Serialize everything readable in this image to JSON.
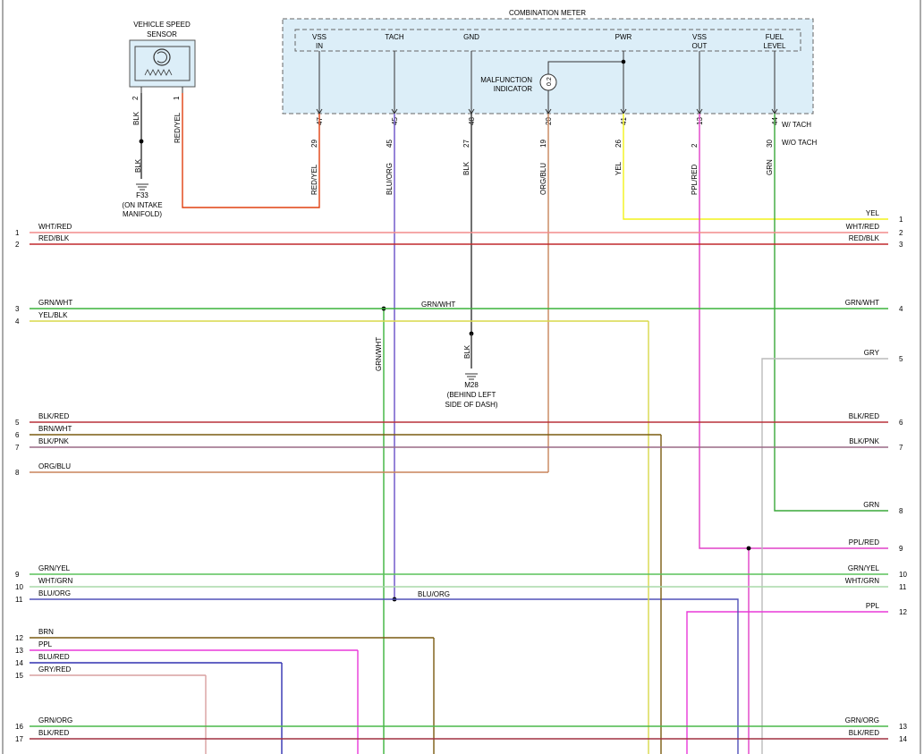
{
  "colors": {
    "WHT/RED": "#f28b8b",
    "RED/BLK": "#c0282d",
    "GRN/WHT": "#3cb43c",
    "YEL/BLK": "#d8d84a",
    "BLK/RED": "#b8303a",
    "BRN/WHT": "#7a5c10",
    "BLK/PNK": "#9a6a86",
    "ORG/BLU": "#c8845a",
    "GRN/YEL": "#5ac25a",
    "WHT/GRN": "#a8d8a8",
    "BLU/ORG": "#5050b8",
    "BRN": "#7a5a10",
    "PPL": "#e838d8",
    "BLU/RED": "#3030b0",
    "GRY/RED": "#d8a0a0",
    "GRN/ORG": "#4ab84a",
    "BLK/RED2": "#a03040",
    "YEL": "#f2f21a",
    "GRY": "#bbbbbb",
    "GRN": "#3aa83a",
    "PPL/RED": "#e040c8",
    "BLK": "#333333",
    "RED/YEL": "#e04010",
    "BLU/ORG_V": "#6a50c8",
    "meter_fill": "#dceef8"
  },
  "sensor": {
    "title1": "VEHICLE SPEED",
    "title2": "SENSOR",
    "pin_a": "2",
    "pin_b": "1"
  },
  "meter": {
    "title": "COMBINATION METER",
    "terminals": [
      {
        "l1": "VSS",
        "l2": "IN",
        "pin": "47"
      },
      {
        "l1": "TACH",
        "l2": "",
        "pin": "45"
      },
      {
        "l1": "GND",
        "l2": "",
        "pin": "48"
      },
      {
        "l1": "",
        "l2": "",
        "pin": "20"
      },
      {
        "l1": "PWR",
        "l2": "",
        "pin": "41"
      },
      {
        "l1": "VSS",
        "l2": "OUT",
        "pin": "13"
      },
      {
        "l1": "FUEL",
        "l2": "LEVEL",
        "pin": "44"
      }
    ],
    "mil1": "MALFUNCTION",
    "mil2": "INDICATOR",
    "mil_inner": "0.2"
  },
  "tach_notes": {
    "w": "W/ TACH",
    "wo": "W/O TACH"
  },
  "vwires": [
    {
      "color": "BLK",
      "code": "BLK",
      "pin": ""
    },
    {
      "color": "RED/YEL",
      "code": "RED/YEL",
      "pin": ""
    },
    {
      "color": "RED/YEL",
      "code": "RED/YEL",
      "pin": "29"
    },
    {
      "color": "BLU/ORG",
      "code": "BLU/ORG",
      "pin": "45"
    },
    {
      "color": "BLK",
      "code": "BLK",
      "pin": "27"
    },
    {
      "color": "ORG/BLU",
      "code": "ORG/BLU",
      "pin": "19"
    },
    {
      "color": "YEL",
      "code": "YEL",
      "pin": "26"
    },
    {
      "color": "PPL/RED",
      "code": "PPL/RED",
      "pin": "2"
    },
    {
      "color": "GRN",
      "code": "GRN",
      "pin": "30"
    }
  ],
  "grounds": {
    "g1": {
      "code": "BLK",
      "name": "F33",
      "loc1": "(ON INTAKE",
      "loc2": "MANIFOLD)"
    },
    "g2": {
      "code": "BLK",
      "name": "M28",
      "loc1": "(BEHIND LEFT",
      "loc2": "SIDE OF DASH)"
    }
  },
  "mid_labels": {
    "grnwht_mid": "GRN/WHT",
    "grnwht_vert": "GRN/WHT",
    "bluorg_mid": "BLU/ORG"
  },
  "left_rows": [
    {
      "n": "1",
      "label": "WHT/RED",
      "color": "WHT/RED"
    },
    {
      "n": "2",
      "label": "RED/BLK",
      "color": "RED/BLK"
    },
    {
      "n": "3",
      "label": "GRN/WHT",
      "color": "GRN/WHT"
    },
    {
      "n": "4",
      "label": "YEL/BLK",
      "color": "YEL/BLK"
    },
    {
      "n": "5",
      "label": "BLK/RED",
      "color": "BLK/RED"
    },
    {
      "n": "6",
      "label": "BRN/WHT",
      "color": "BRN/WHT"
    },
    {
      "n": "7",
      "label": "BLK/PNK",
      "color": "BLK/PNK"
    },
    {
      "n": "8",
      "label": "ORG/BLU",
      "color": "ORG/BLU"
    },
    {
      "n": "9",
      "label": "GRN/YEL",
      "color": "GRN/YEL"
    },
    {
      "n": "10",
      "label": "WHT/GRN",
      "color": "WHT/GRN"
    },
    {
      "n": "11",
      "label": "BLU/ORG",
      "color": "BLU/ORG"
    },
    {
      "n": "12",
      "label": "BRN",
      "color": "BRN"
    },
    {
      "n": "13",
      "label": "PPL",
      "color": "PPL"
    },
    {
      "n": "14",
      "label": "BLU/RED",
      "color": "BLU/RED"
    },
    {
      "n": "15",
      "label": "GRY/RED",
      "color": "GRY/RED"
    },
    {
      "n": "16",
      "label": "GRN/ORG",
      "color": "GRN/ORG"
    },
    {
      "n": "17",
      "label": "BLK/RED",
      "color": "BLK/RED2"
    }
  ],
  "right_rows": [
    {
      "n": "1",
      "label": "YEL",
      "color": "YEL"
    },
    {
      "n": "2",
      "label": "WHT/RED",
      "color": "WHT/RED"
    },
    {
      "n": "3",
      "label": "RED/BLK",
      "color": "RED/BLK"
    },
    {
      "n": "4",
      "label": "GRN/WHT",
      "color": "GRN/WHT"
    },
    {
      "n": "5",
      "label": "GRY",
      "color": "GRY"
    },
    {
      "n": "6",
      "label": "BLK/RED",
      "color": "BLK/RED"
    },
    {
      "n": "7",
      "label": "BLK/PNK",
      "color": "BLK/PNK"
    },
    {
      "n": "8",
      "label": "GRN",
      "color": "GRN"
    },
    {
      "n": "9",
      "label": "PPL/RED",
      "color": "PPL/RED"
    },
    {
      "n": "10",
      "label": "GRN/YEL",
      "color": "GRN/YEL"
    },
    {
      "n": "11",
      "label": "WHT/GRN",
      "color": "WHT/GRN"
    },
    {
      "n": "12",
      "label": "PPL",
      "color": "PPL"
    },
    {
      "n": "13",
      "label": "GRN/ORG",
      "color": "GRN/ORG"
    },
    {
      "n": "14",
      "label": "BLK/RED",
      "color": "BLK/RED2"
    }
  ]
}
